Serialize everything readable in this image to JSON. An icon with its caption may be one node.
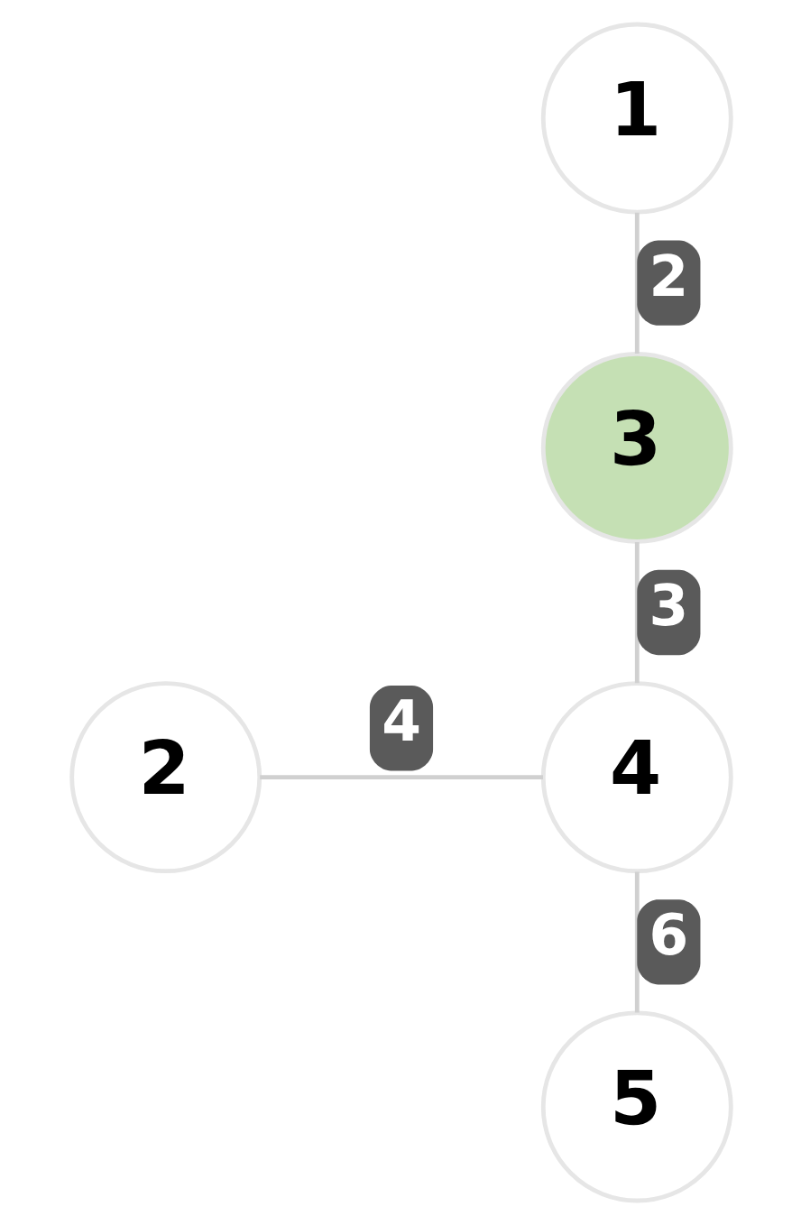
{
  "diagram": {
    "nodes": [
      {
        "text": [
          "1"
        ]
      },
      {
        "text": [
          "3"
        ]
      },
      {
        "text": [
          "2"
        ]
      },
      {
        "text": [
          "4"
        ]
      },
      {
        "text": [
          "5"
        ]
      }
    ],
    "edges": [
      {
        "from": 0,
        "to": 1,
        "arrow": "none",
        "label": "2"
      },
      {
        "from": 1,
        "to": 3,
        "arrow": "none",
        "label": "3"
      },
      {
        "from": 2,
        "to": 3,
        "arrow": "none",
        "label": "4"
      },
      {
        "from": 3,
        "to": 4,
        "arrow": "none",
        "label": "6"
      }
    ]
  }
}
